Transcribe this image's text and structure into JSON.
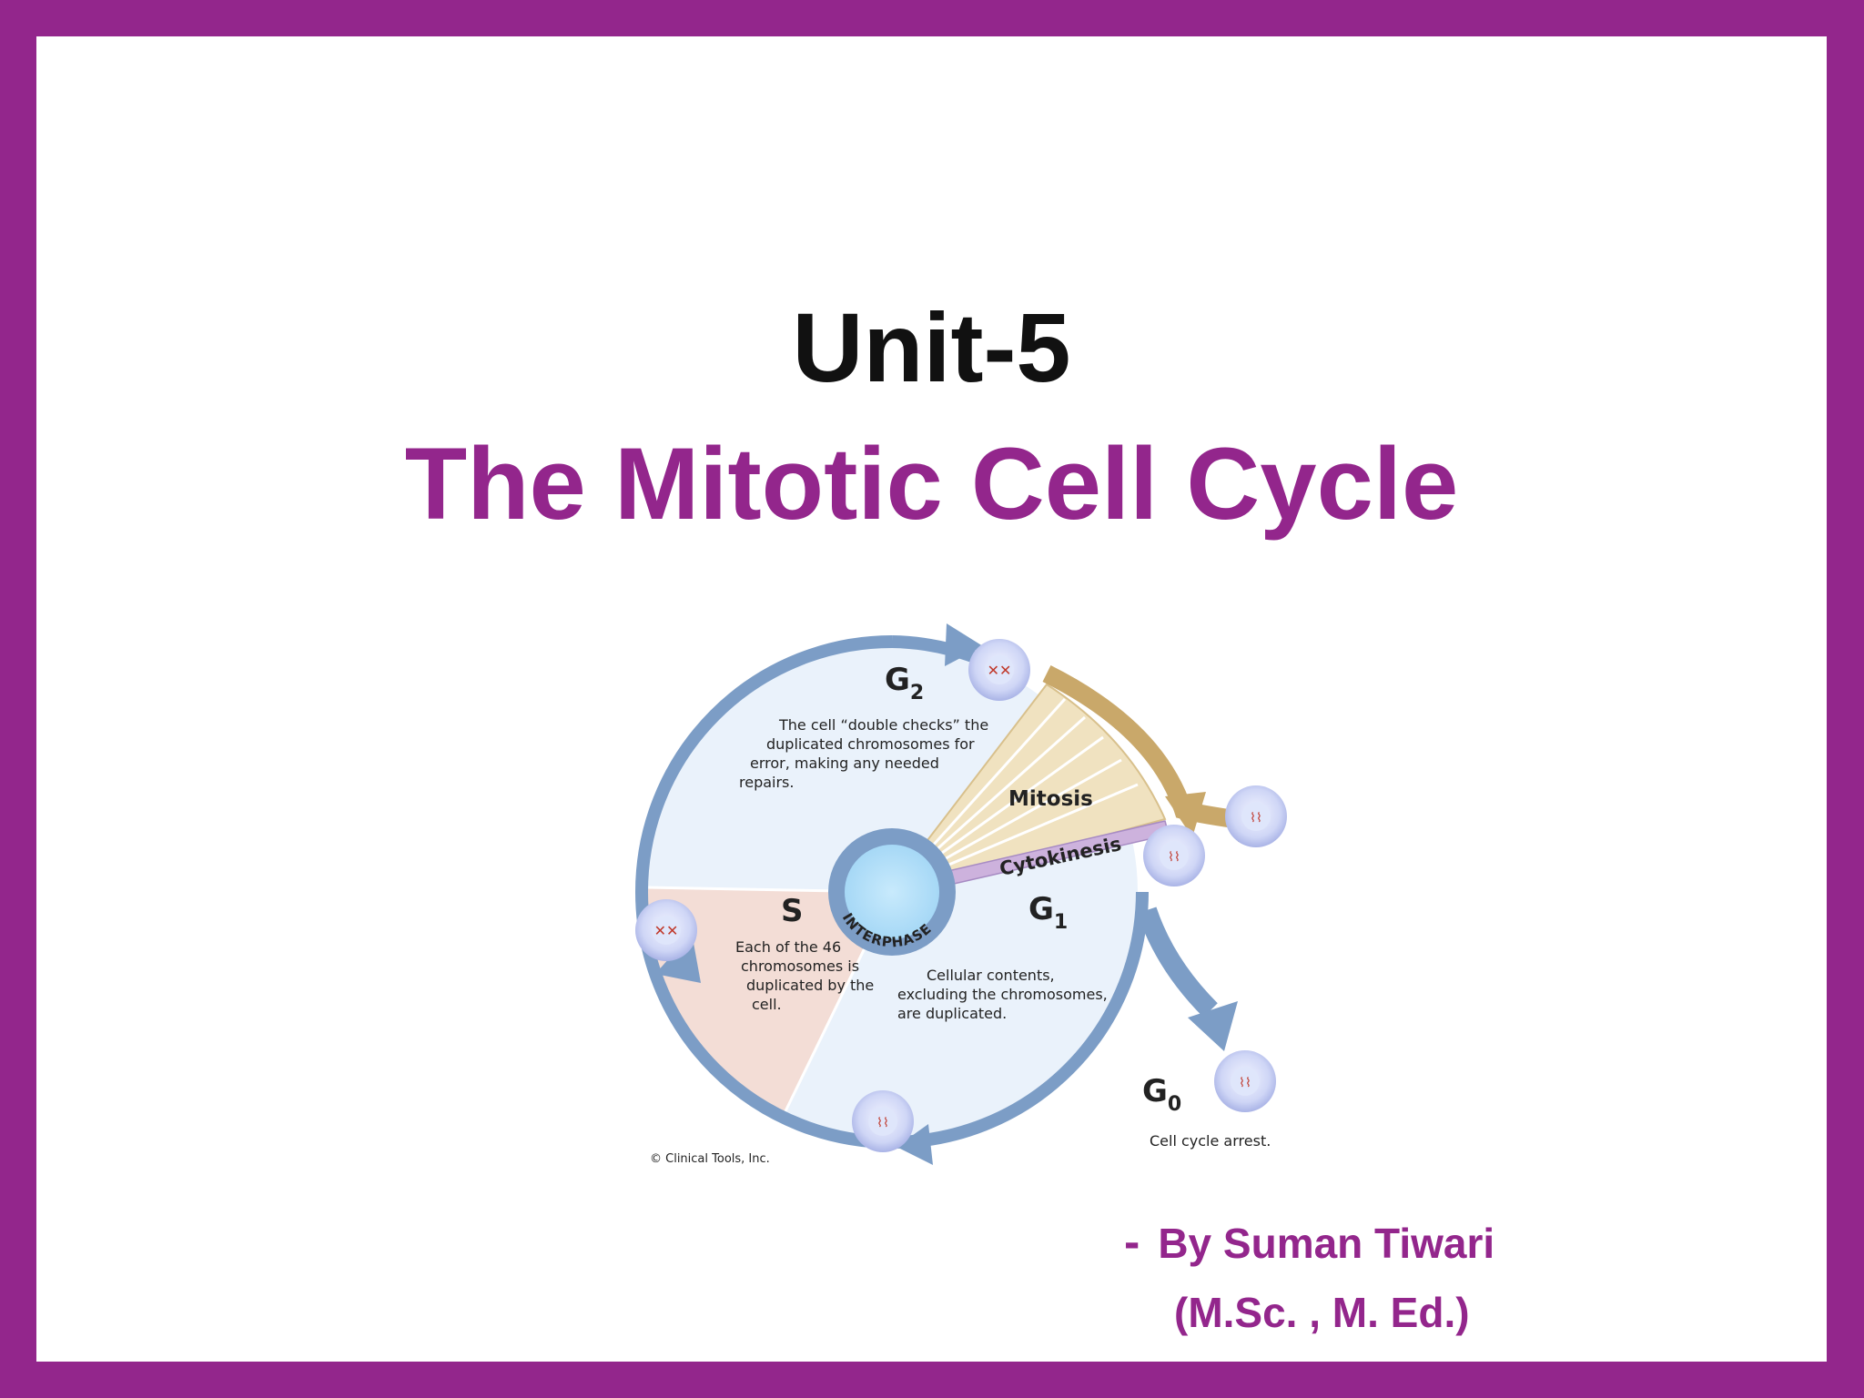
{
  "slide": {
    "unit": "Unit-5",
    "title": "The Mitotic Cell Cycle",
    "author": "By Suman Tiwari",
    "author_dash": "-",
    "credentials": "(M.Sc. , M. Ed.)"
  },
  "diagram": {
    "g2_label": "G",
    "g2_sub": "2",
    "g2_desc": [
      "The cell “double checks” the",
      "duplicated chromosomes for",
      "error, making any needed",
      "repairs."
    ],
    "mitosis": "Mitosis",
    "cytokinesis": "Cytokinesis",
    "s_label": "S",
    "s_desc": [
      "Each of the 46",
      "chromosomes is",
      "duplicated by the",
      "cell."
    ],
    "interphase": "INTERPHASE",
    "g1_label": "G",
    "g1_sub": "1",
    "g1_desc": [
      "Cellular contents,",
      "excluding the chromosomes,",
      "are duplicated."
    ],
    "g0_label": "G",
    "g0_sub": "0",
    "g0_desc": "Cell cycle arrest.",
    "copyright": "© Clinical Tools, Inc."
  },
  "colors": {
    "border": "#93268c",
    "accent": "#93268c",
    "ring": "#7c9dc6",
    "mitosis_fill": "#e7d4a8",
    "mitosis_arrow": "#c9a86a",
    "s_fill": "#f3ddd6",
    "cell_fill": "#c4cdf3"
  }
}
